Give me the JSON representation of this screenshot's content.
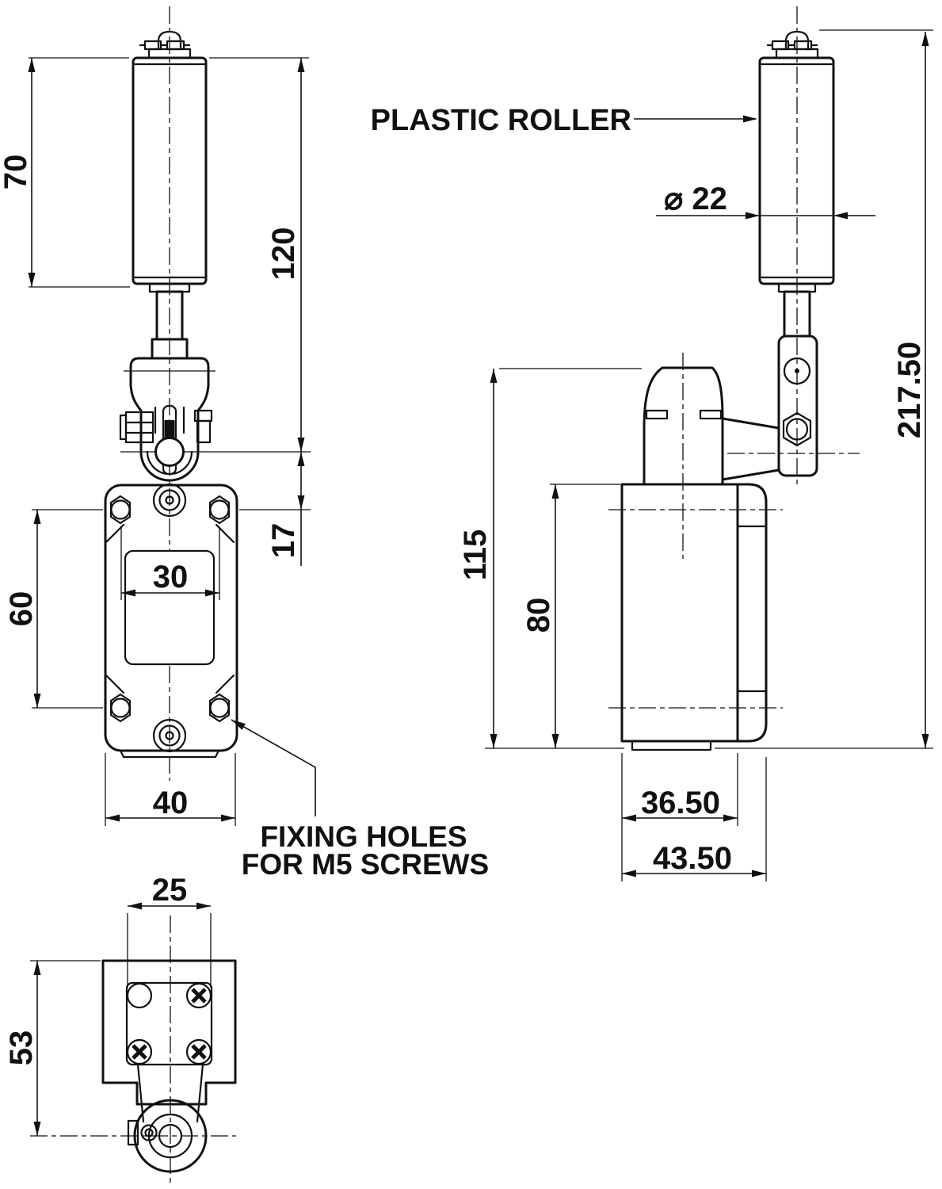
{
  "drawing_colors": {
    "ink": "#111111",
    "background": "#ffffff"
  },
  "front_view": {
    "dim_roller_height": "70",
    "dim_roller_top_to_pivot": "120",
    "dim_pivot_to_mount_holes": "17",
    "dim_mount_hole_vertical_span": "60",
    "dim_mount_hole_horizontal_span": "30",
    "dim_body_width": "40"
  },
  "side_view": {
    "roller_label": "PLASTIC ROLLER",
    "dim_roller_diameter": "⌀ 22",
    "dim_total_height": "217.50",
    "dim_head_to_base": "115",
    "dim_body_height": "80",
    "dim_body_depth": "36.50",
    "dim_overall_depth": "43.50"
  },
  "bottom_view": {
    "dim_plate_width": "25",
    "dim_base_to_roller_axis": "53"
  },
  "note": {
    "line1": "FIXING HOLES",
    "line2": "FOR M5 SCREWS"
  }
}
